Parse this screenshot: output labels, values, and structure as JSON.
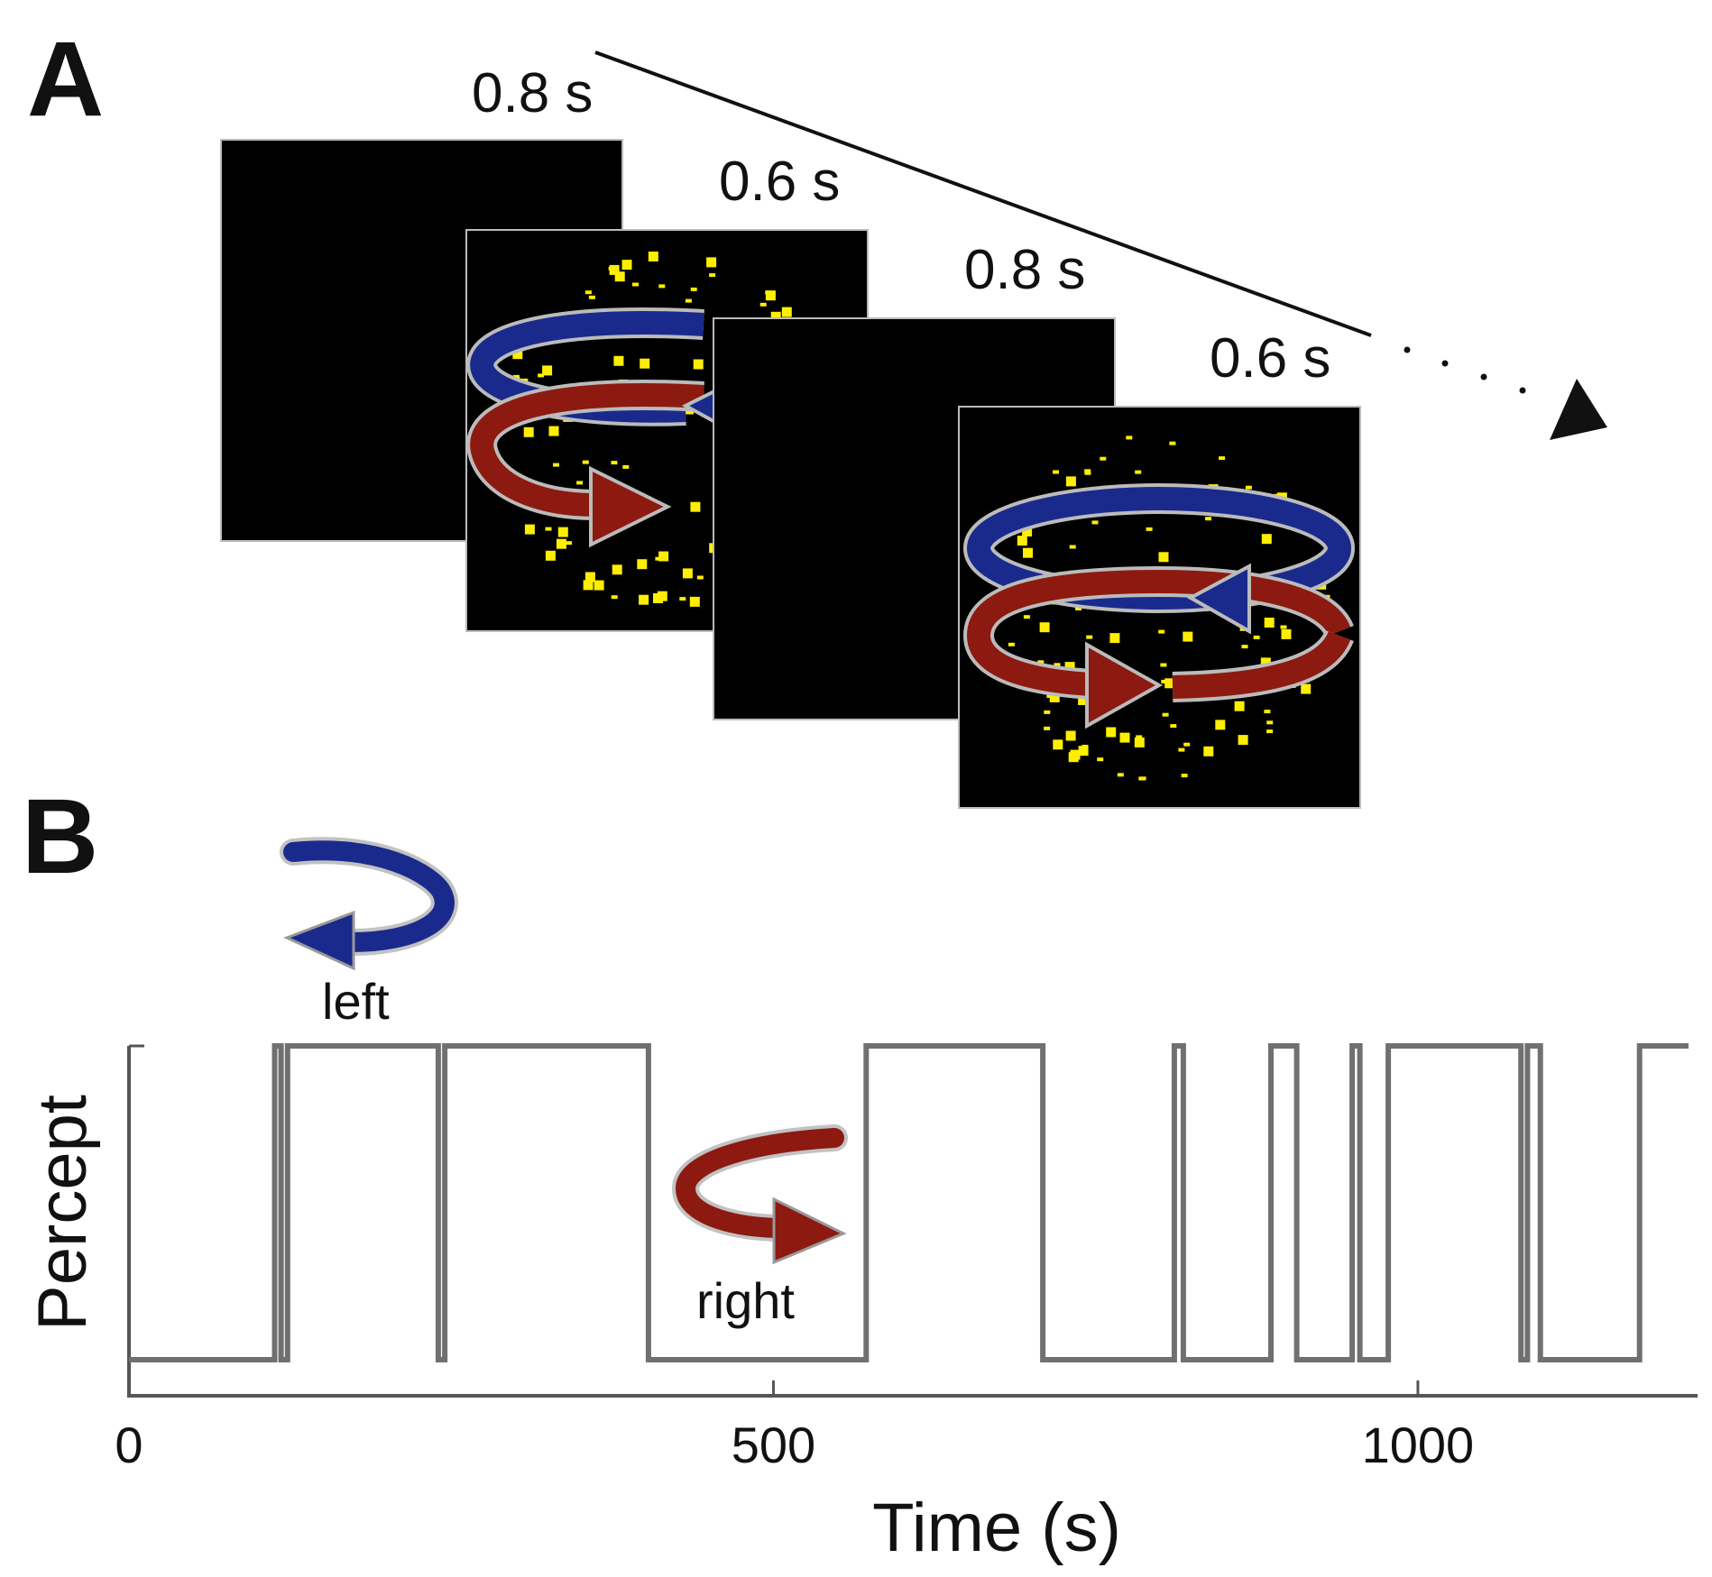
{
  "panel_a": {
    "letter": "A",
    "durations": [
      "0.8 s",
      "0.6 s",
      "0.8 s",
      "0.6 s"
    ]
  },
  "panel_b": {
    "letter": "B",
    "left_label": "left",
    "right_label": "right"
  },
  "colors": {
    "dot": "#ffee00",
    "blue_arrow": "#1a2a8c",
    "red_arrow": "#8c1a10",
    "trace": "#707070",
    "axis": "#555555"
  },
  "chart_data": {
    "type": "line",
    "xlabel": "Time (s)",
    "ylabel": "Percept",
    "xlim": [
      0,
      1210
    ],
    "xticks": [
      0,
      500,
      1000
    ],
    "xticklabels": [
      "0",
      "500",
      "1000"
    ],
    "levels": {
      "low": 0,
      "high": 1
    },
    "series": [
      {
        "x": [
          0,
          113,
          113,
          118,
          118,
          123,
          123,
          240,
          240,
          245,
          245,
          403,
          403,
          572,
          572,
          709,
          709,
          811,
          811,
          818,
          818,
          886,
          886,
          906,
          906,
          949,
          949,
          955,
          955,
          977,
          977,
          1080,
          1080,
          1085,
          1085,
          1095,
          1095,
          1172,
          1172,
          1210
        ],
        "y": [
          0,
          0,
          1,
          1,
          0,
          0,
          1,
          1,
          0,
          0,
          1,
          1,
          0,
          0,
          1,
          1,
          0,
          0,
          1,
          1,
          0,
          0,
          1,
          1,
          0,
          0,
          1,
          1,
          0,
          0,
          1,
          1,
          0,
          0,
          1,
          1,
          0,
          0,
          1,
          1
        ]
      }
    ]
  }
}
